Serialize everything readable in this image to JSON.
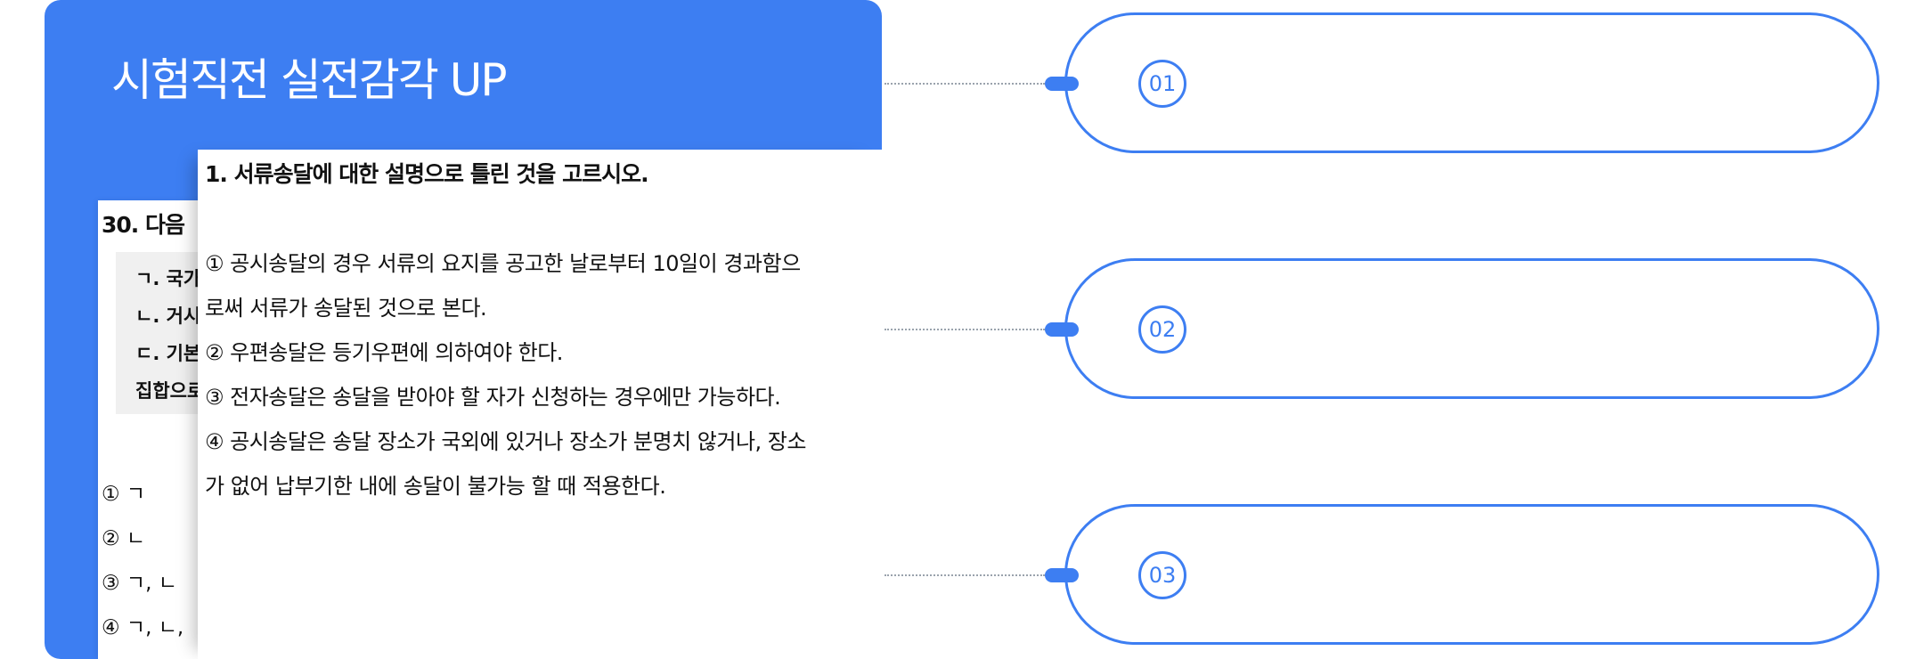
{
  "card": {
    "title": "시험직전 실전감각 UP"
  },
  "back_question": {
    "title": "30. 다음",
    "box_lines": [
      "ㄱ. 국가",
      "ㄴ. 거시",
      "ㄷ. 기본",
      "집합으로"
    ],
    "choices": [
      "① ㄱ",
      "② ㄴ",
      "③ ㄱ, ㄴ",
      "④ ㄱ, ㄴ,"
    ]
  },
  "front_question": {
    "title": "1. 서류송달에 대한 설명으로 틀린 것을 고르시오.",
    "lines": [
      "① 공시송달의 경우 서류의 요지를 공고한 날로부터 10일이 경과함으",
      "로써 서류가 송달된 것으로 본다.",
      "② 우편송달은 등기우편에 의하여야 한다.",
      "③ 전자송달은 송달을 받아야 할 자가 신청하는 경우에만 가능하다.",
      "④ 공시송달은 송달 장소가 국외에 있거나 장소가 분명치 않거나, 장소",
      "가 없어 납부기한 내에 송달이 불가능 할 때 적용한다."
    ]
  },
  "steps": [
    "01",
    "02",
    "03"
  ],
  "colors": {
    "accent": "#3d7ef2",
    "connector": "#9aa3ad"
  }
}
